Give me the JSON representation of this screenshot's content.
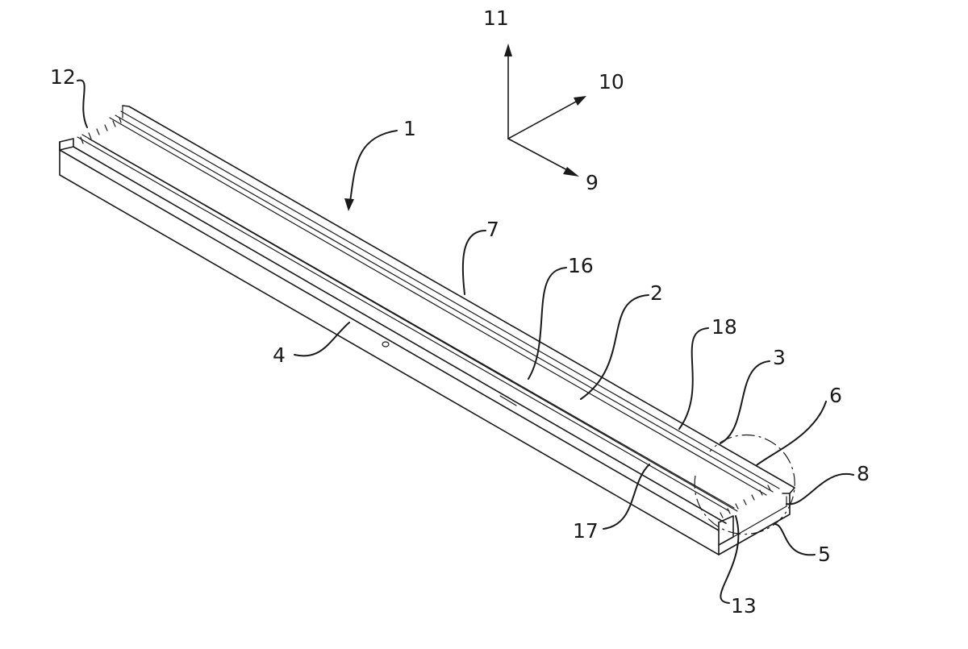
{
  "labels": {
    "l1": "1",
    "l2": "2",
    "l3": "3",
    "l4": "4",
    "l5": "5",
    "l6": "6",
    "l7": "7",
    "l8": "8",
    "l9": "9",
    "l10": "10",
    "l11": "11",
    "l12": "12",
    "l13": "13",
    "l16": "16",
    "l17": "17",
    "l18": "18"
  }
}
